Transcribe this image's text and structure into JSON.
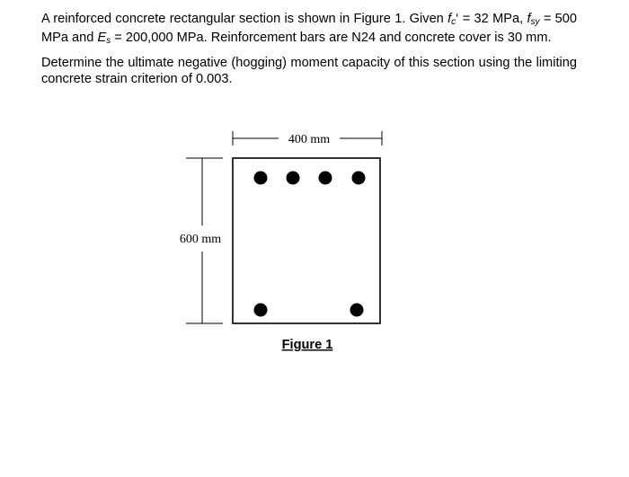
{
  "problem": {
    "p1_a": "A reinforced concrete rectangular section is shown in Figure 1. Given ",
    "fc_symbol": "f",
    "fc_sub": "c",
    "fc_prime": "‘",
    "p1_b": " = 32 MPa, ",
    "fsy_symbol": "f",
    "fsy_sub": "sy",
    "p1_c": " = 500 MPa and ",
    "es_symbol": "E",
    "es_sub": "s",
    "p1_d": " = 200,000 MPa. Reinforcement bars are N24 and concrete cover is 30 mm.",
    "p2": "Determine the ultimate negative (hogging) moment capacity of this section using the limiting concrete strain criterion of 0.003."
  },
  "figure": {
    "width_label": "400 mm",
    "height_label": "600 mm",
    "caption": "Figure 1",
    "top_bar_count": 4,
    "bottom_bar_count": 2
  }
}
